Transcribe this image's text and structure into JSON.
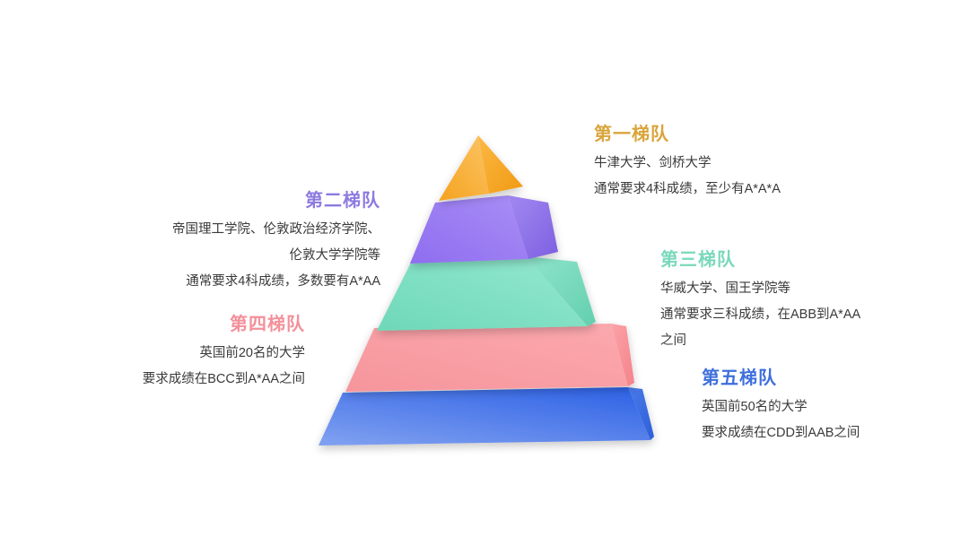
{
  "diagram": {
    "type": "tiered-pyramid",
    "background_color": "#ffffff",
    "tier_count": 5
  },
  "tiers": [
    {
      "id": "tier-1",
      "title": "第一梯队",
      "title_color": "#d9a43a",
      "shape_color": "#f5a623",
      "lines": [
        "牛津大学、剑桥大学",
        "通常要求4科成绩，至少有A*A*A"
      ],
      "align": "left"
    },
    {
      "id": "tier-2",
      "title": "第二梯队",
      "title_color": "#8d7ae0",
      "shape_color": "#9b7bef",
      "lines": [
        "帝国理工学院、伦敦政治经济学院、",
        "伦敦大学学院等",
        "通常要求4科成绩，多数要有A*AA"
      ],
      "align": "right"
    },
    {
      "id": "tier-3",
      "title": "第三梯队",
      "title_color": "#7ad8bb",
      "shape_color": "#7fe0c3",
      "lines": [
        "华威大学、国王学院等",
        "通常要求三科成绩，在ABB到A*AA",
        "之间"
      ],
      "align": "left"
    },
    {
      "id": "tier-4",
      "title": "第四梯队",
      "title_color": "#f3909a",
      "shape_color": "#f98a92",
      "lines": [
        "英国前20名的大学",
        "要求成绩在BCC到A*AA之间"
      ],
      "align": "right"
    },
    {
      "id": "tier-5",
      "title": "第五梯队",
      "title_color": "#3f6fdc",
      "shape_color": "#4a74e8",
      "lines": [
        "英国前50名的大学",
        "要求成绩在CDD到AAB之间"
      ],
      "align": "left"
    }
  ]
}
